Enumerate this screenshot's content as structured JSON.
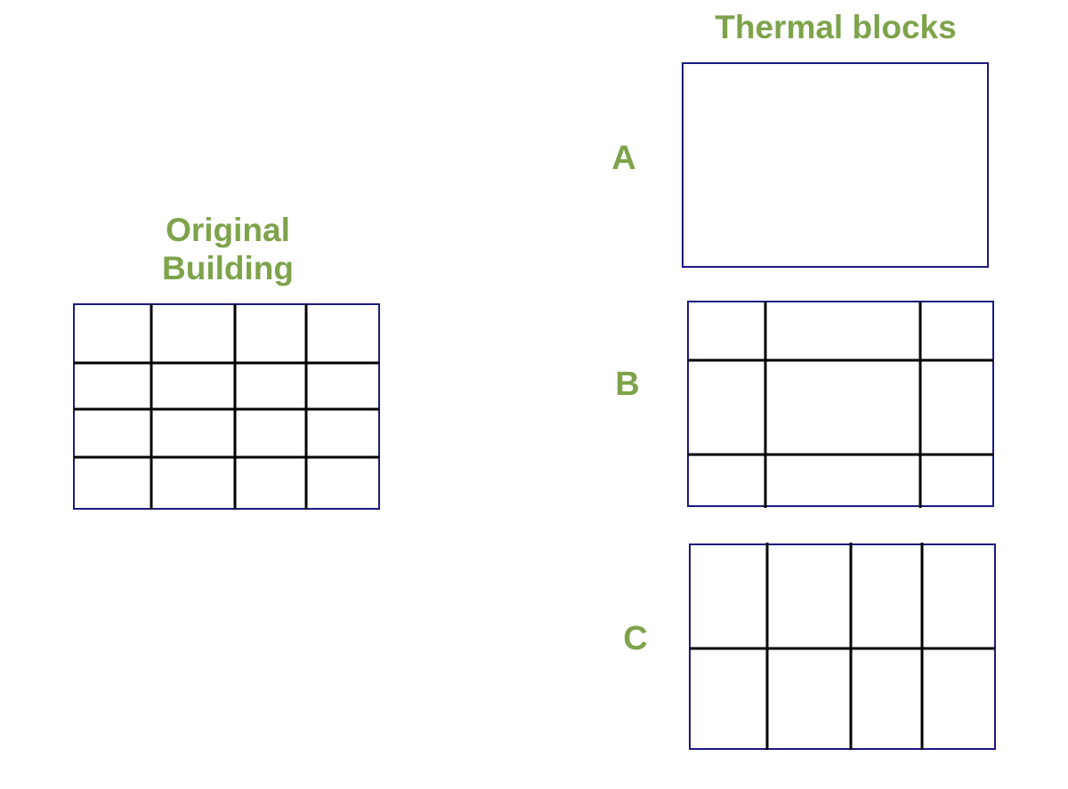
{
  "titles": {
    "thermal_blocks": "Thermal blocks",
    "original_line1": "Original",
    "original_line2": "Building"
  },
  "blocks": {
    "a": "A",
    "b": "B",
    "c": "C"
  },
  "colors": {
    "label": "#7ea34b",
    "frame": "#1a1a80",
    "divider": "#000000"
  }
}
